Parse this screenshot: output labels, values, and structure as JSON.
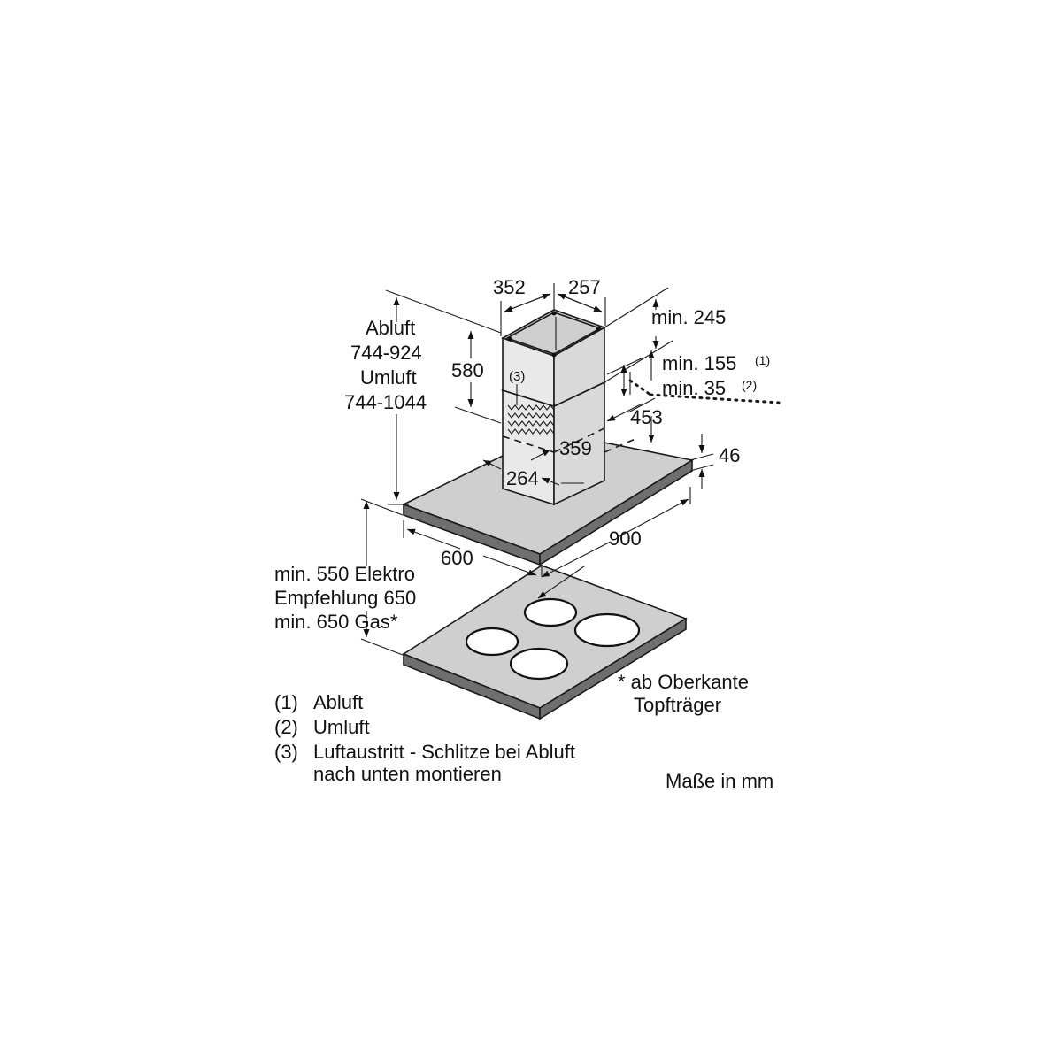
{
  "dimensions": {
    "chimney_depth": "352",
    "chimney_width": "257",
    "min_245": "min. 245",
    "min_155": "min. 155",
    "min_155_note": "(1)",
    "min_35": "min. 35",
    "min_35_note": "(2)",
    "d580": "580",
    "d453": "453",
    "d359": "359",
    "d264": "264",
    "d46": "46",
    "d900": "900",
    "d600": "600"
  },
  "height_label": {
    "line1": "Abluft",
    "line2": "744-924",
    "line3": "Umluft",
    "line4": "744-1044"
  },
  "slot_marker": "(3)",
  "clearance_label": {
    "line1": "min. 550 Elektro",
    "line2": "Empfehlung 650",
    "line3": "min. 650 Gas*"
  },
  "footnote": {
    "line1": "* ab Oberkante",
    "line2": "Topfträger"
  },
  "legend": [
    {
      "num": "(1)",
      "text": "Abluft"
    },
    {
      "num": "(2)",
      "text": "Umluft"
    },
    {
      "num": "(3)",
      "text": "Luftaustritt - Schlitze bei Abluft",
      "text2": "nach unten montieren"
    }
  ],
  "units": "Maße in mm"
}
